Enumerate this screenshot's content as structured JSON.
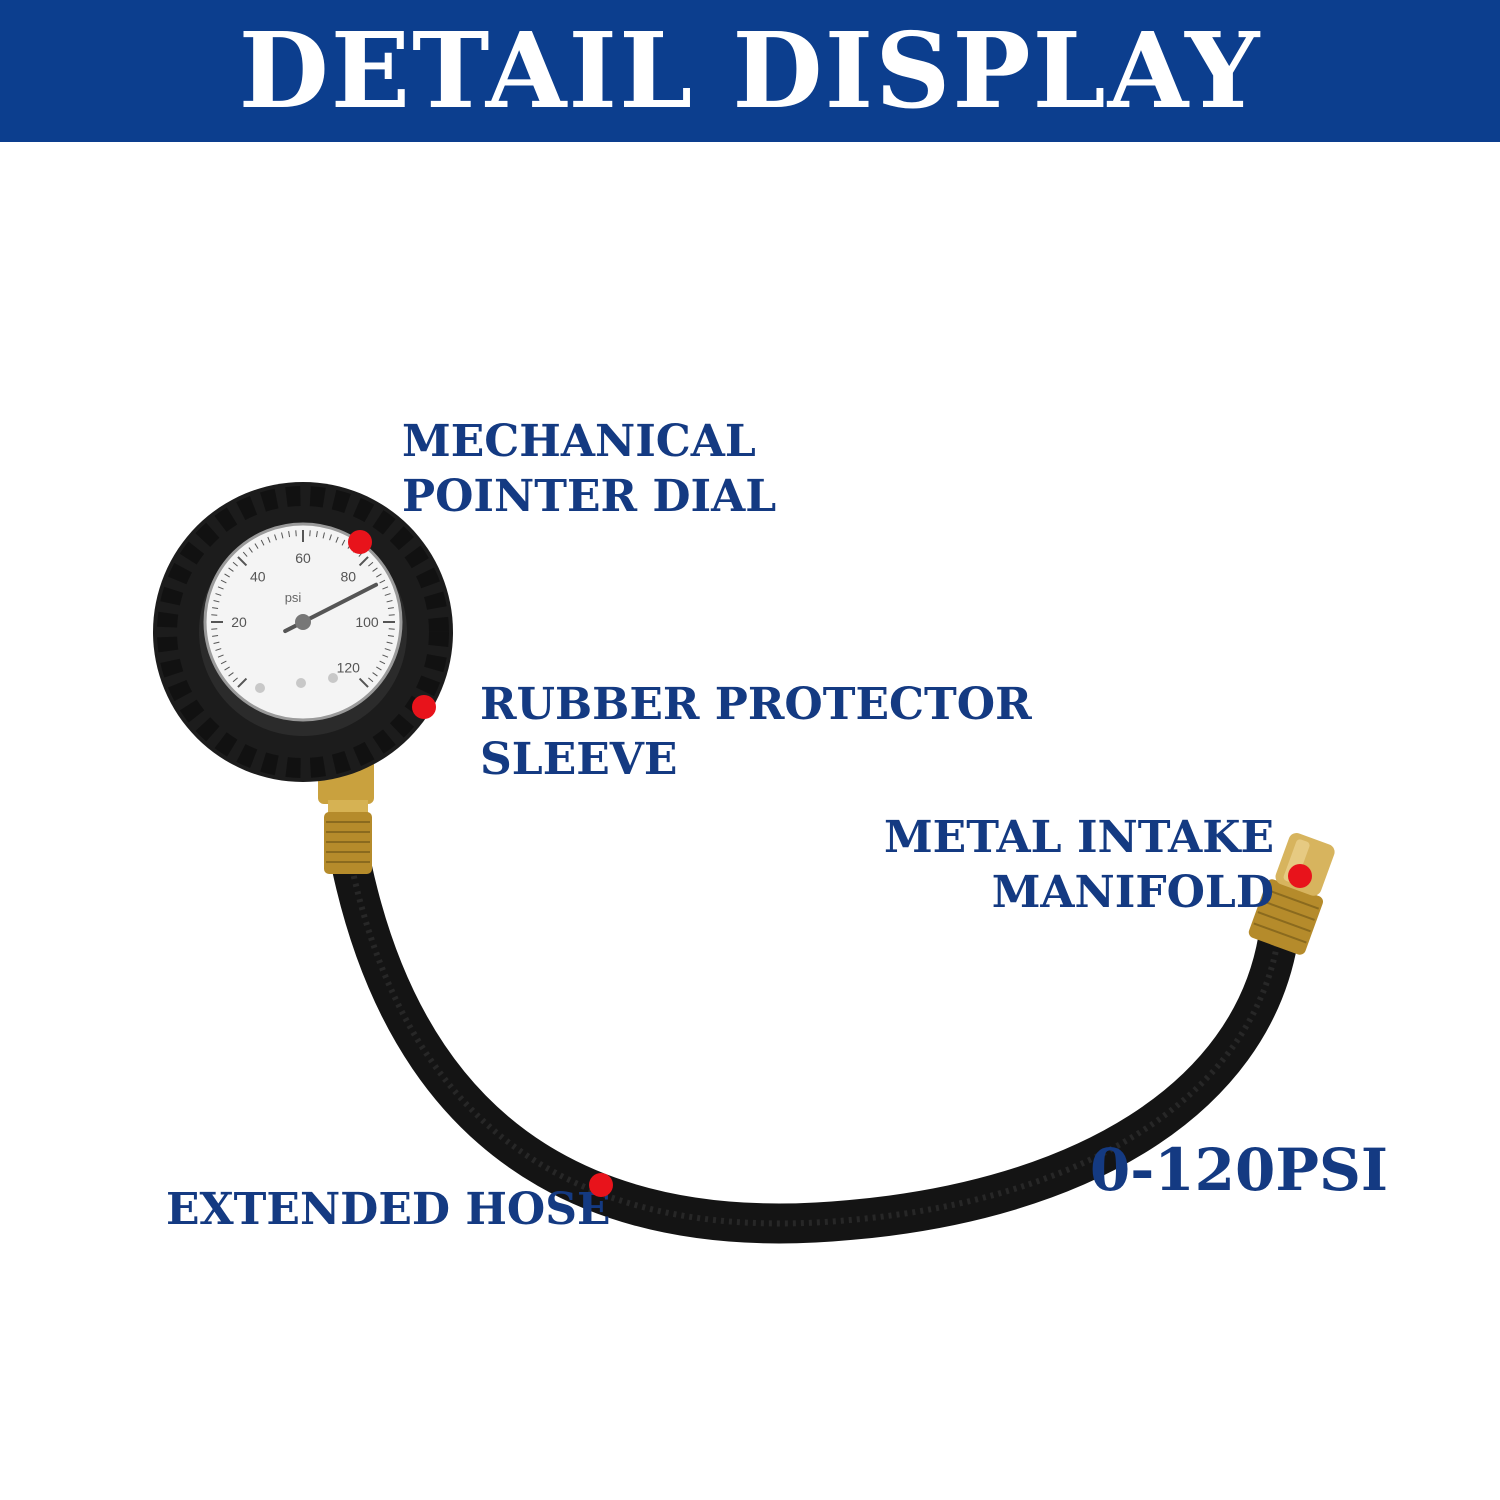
{
  "banner": {
    "title": "DETAIL DISPLAY"
  },
  "callouts": {
    "dial": {
      "line1": "MECHANICAL",
      "line2": "POINTER DIAL"
    },
    "sleeve": {
      "line1": "RUBBER PROTECTOR",
      "line2": "SLEEVE"
    },
    "intake": {
      "line1": "METAL INTAKE",
      "line2": "MANIFOLD"
    },
    "hose": {
      "line1": "EXTENDED HOSE"
    }
  },
  "range": "0-120PSI",
  "gauge": {
    "unit": "psi",
    "ticks": [
      "20",
      "40",
      "60",
      "80",
      "100",
      "120"
    ],
    "scale_min": 0,
    "scale_max": 120,
    "needle_value": 88
  },
  "colors": {
    "banner": "#0c3e8e",
    "label_text": "#143a82",
    "marker": "#e8131b",
    "brass": "#c9a13e",
    "rubber": "#1c1c1c"
  }
}
